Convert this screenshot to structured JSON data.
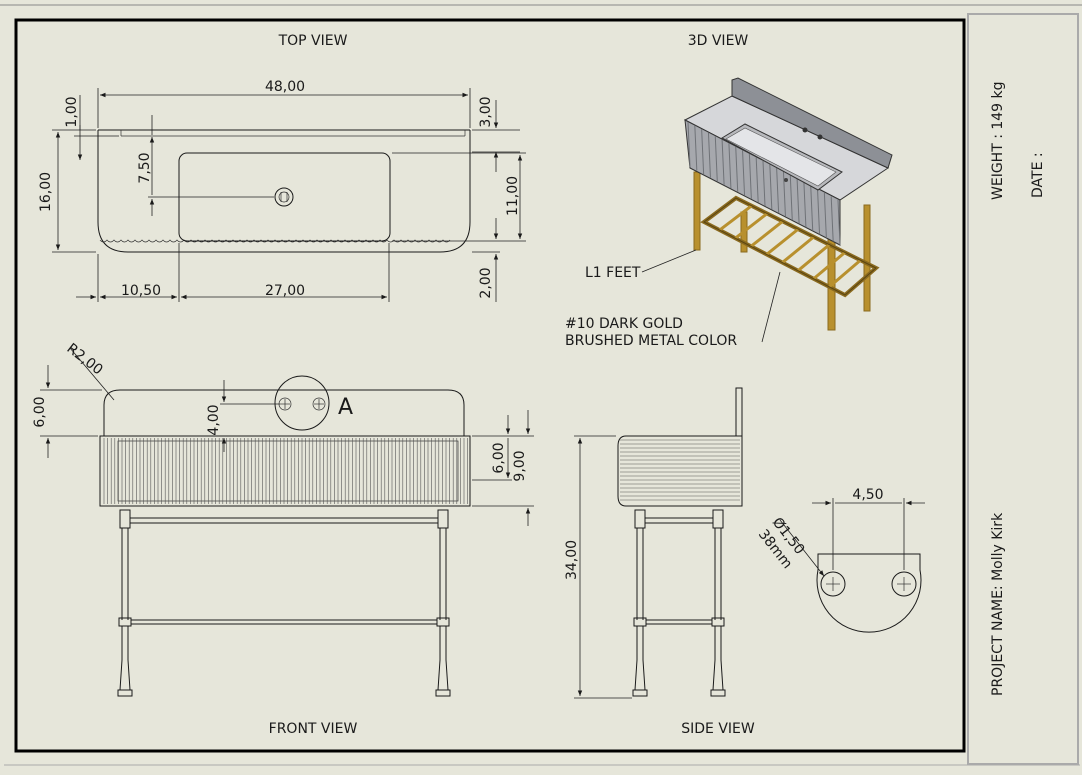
{
  "views": {
    "top": "TOP VIEW",
    "three_d": "3D VIEW",
    "front": "FRONT VIEW",
    "side": "SIDE VIEW"
  },
  "title_block": {
    "weight": "WEIGHT : 149 kg",
    "date": "DATE :",
    "project": "PROJECT NAME:  Molly Kirk"
  },
  "top_dims": {
    "overall_width": "48,00",
    "top_offset": "1,00",
    "right_offset": "3,00",
    "depth": "16,00",
    "drain_offset": "7,50",
    "basin_depth": "11,00",
    "front_offset": "2,00",
    "left_offset": "10,50",
    "basin_width": "27,00"
  },
  "front_dims": {
    "radius": "R2,00",
    "splash_height": "6,00",
    "hole_offset": "4,00",
    "detail_label": "A",
    "apron_height": "6,00",
    "body_height": "9,00"
  },
  "side_dims": {
    "overall_height": "34,00"
  },
  "detail_dims": {
    "hole_spacing": "4,50",
    "hole_dia": "Ø1,50",
    "hole_mm": "38mm"
  },
  "annotations": {
    "feet": "L1 FEET",
    "finish_line1": "#10 DARK GOLD",
    "finish_line2": "BRUSHED METAL COLOR"
  },
  "colors": {
    "background": "#e6e6da",
    "line": "#1a1a1a",
    "gold": "#b8902e",
    "basin": "#cfd0d4"
  }
}
